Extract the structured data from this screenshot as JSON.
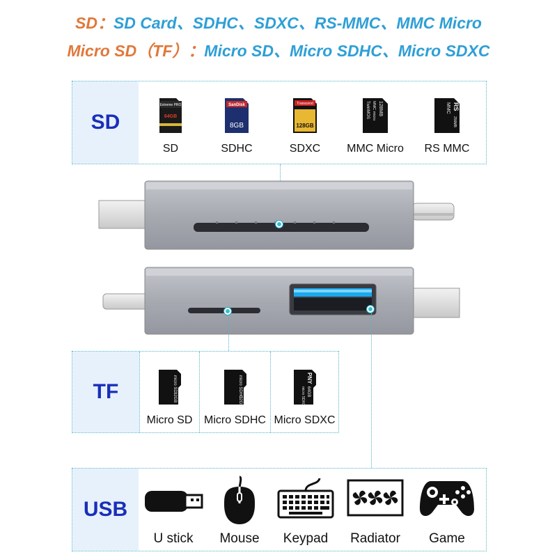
{
  "header": {
    "line1_key": "SD：",
    "line1_value": "SD Card、SDHC、SDXC、RS-MMC、MMC Micro",
    "line2_key": "Micro SD（TF）：",
    "line2_value": "Micro SD、Micro SDHC、Micro SDXC"
  },
  "sd_panel": {
    "label": "SD",
    "items": [
      {
        "name": "SD",
        "icon": "sd-card-64gb-icon",
        "card_text": [
          "Extreme PRO",
          "64GB"
        ]
      },
      {
        "name": "SDHC",
        "icon": "sdhc-card-8gb-icon",
        "card_text": [
          "SanDisk",
          "8GB"
        ]
      },
      {
        "name": "SDXC",
        "icon": "sdxc-card-128gb-icon",
        "card_text": [
          "Transcend",
          "128GB"
        ]
      },
      {
        "name": "MMC Micro",
        "icon": "mmc-micro-card-icon",
        "card_text": [
          "128MB",
          "MMC micro",
          "TwinMOS"
        ]
      },
      {
        "name": "RS MMC",
        "icon": "rs-mmc-card-icon",
        "card_text": [
          "RS",
          "MMC",
          "256MB"
        ]
      }
    ]
  },
  "tf_panel": {
    "label": "TF",
    "items": [
      {
        "name": "Micro SD",
        "icon": "micro-sd-card-icon",
        "card_text": [
          "micro SD",
          "32GB"
        ]
      },
      {
        "name": "Micro SDHC",
        "icon": "micro-sdhc-card-icon",
        "card_text": [
          "micro SDHC",
          "32GB"
        ]
      },
      {
        "name": "Micro SDXC",
        "icon": "micro-sdxc-card-icon",
        "card_text": [
          "PNY",
          "64GB",
          "micro SDXC"
        ]
      }
    ]
  },
  "usb_panel": {
    "label": "USB",
    "items": [
      {
        "name": "U stick",
        "icon": "usb-stick-icon"
      },
      {
        "name": "Mouse",
        "icon": "mouse-icon"
      },
      {
        "name": "Keypad",
        "icon": "keyboard-icon"
      },
      {
        "name": "Radiator",
        "icon": "radiator-fan-icon"
      },
      {
        "name": "Game",
        "icon": "gamepad-icon"
      }
    ]
  },
  "colors": {
    "key_orange": "#e0783a",
    "value_blue": "#2e9fd6",
    "label_navy": "#1a2fb8",
    "label_bg": "#e7f1fc",
    "guide_cyan": "#4fb3c8",
    "reader_gray": "#a9abb3"
  }
}
